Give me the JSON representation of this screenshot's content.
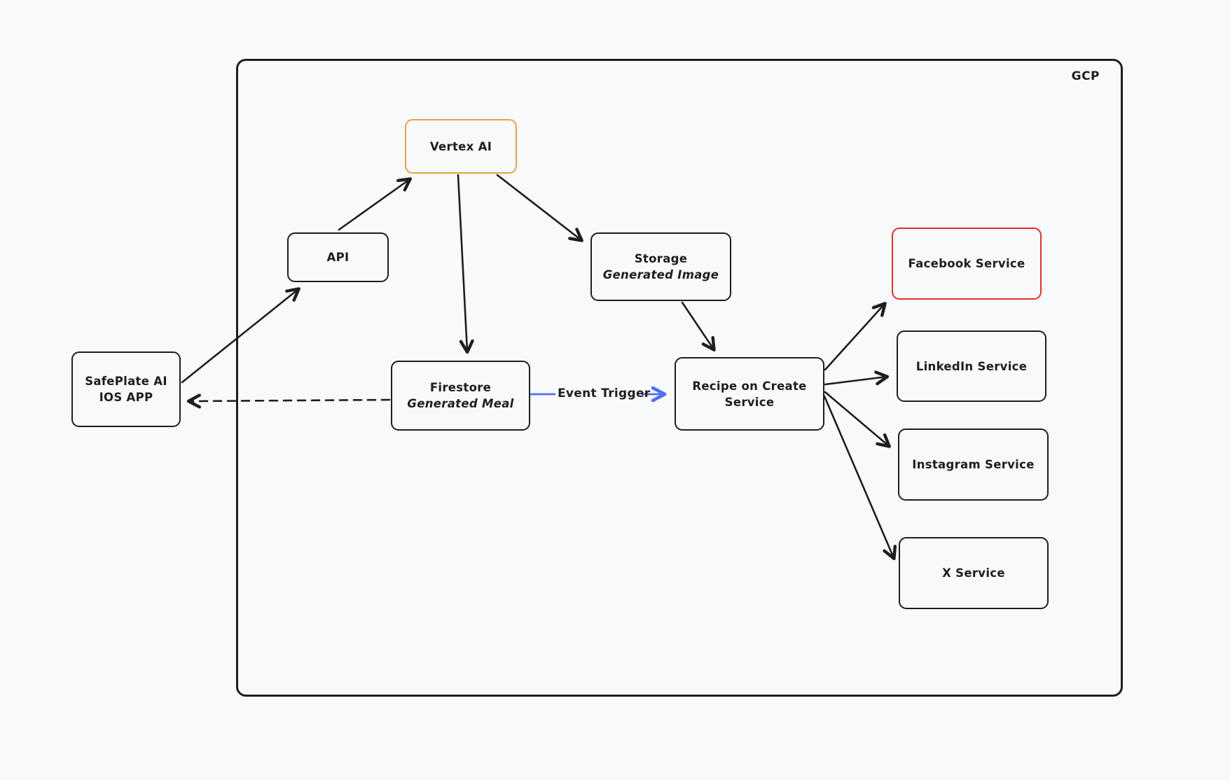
{
  "colors": {
    "background": "#f8f9fa",
    "stroke": "#1e1e1e",
    "vertex_ai_border": "#e9a33c",
    "facebook_border": "#e03131",
    "event_trigger_blue": "#4e6ef2"
  },
  "frame": {
    "label": "GCP"
  },
  "nodes": {
    "vertex_ai": {
      "label": "Vertex AI"
    },
    "api": {
      "label": "API"
    },
    "storage": {
      "title": "Storage",
      "subtitle": "Generated Image"
    },
    "safeplate": {
      "line1": "SafePlate AI",
      "line2": "IOS APP"
    },
    "firestore": {
      "title": "Firestore",
      "subtitle": "Generated Meal"
    },
    "recipe": {
      "line1": "Recipe on Create",
      "line2": "Service"
    },
    "facebook": {
      "label": "Facebook Service"
    },
    "linkedin": {
      "label": "LinkedIn Service"
    },
    "instagram": {
      "label": "Instagram Service"
    },
    "x_service": {
      "label": "X Service"
    }
  },
  "edges": {
    "event_trigger": {
      "label": "Event Trigger"
    }
  }
}
